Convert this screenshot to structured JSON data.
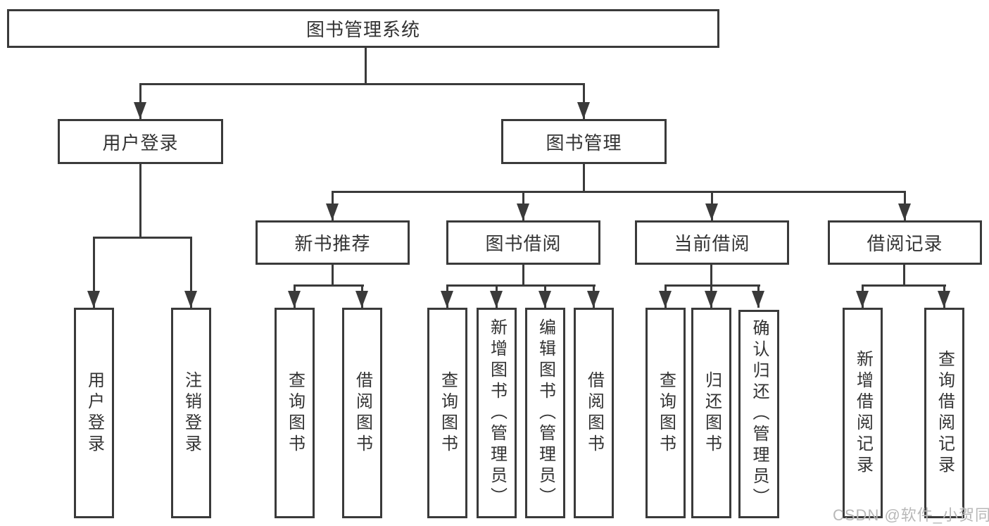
{
  "diagram": {
    "root": {
      "label": "图书管理系统"
    },
    "level2": [
      {
        "label": "用户登录"
      },
      {
        "label": "图书管理"
      }
    ],
    "level3": [
      {
        "label": "新书推荐"
      },
      {
        "label": "图书借阅"
      },
      {
        "label": "当前借阅"
      },
      {
        "label": "借阅记录"
      }
    ],
    "level4": {
      "user_login": [
        {
          "label": "用户登录"
        },
        {
          "label": "注销登录"
        }
      ],
      "new_book_recommend": [
        {
          "label": "查询图书"
        },
        {
          "label": "借阅图书"
        }
      ],
      "book_borrow": [
        {
          "label": "查询图书"
        },
        {
          "label": "新增图书（管理员）"
        },
        {
          "label": "编辑图书（管理员）"
        },
        {
          "label": "借阅图书"
        }
      ],
      "current_borrow": [
        {
          "label": "查询图书"
        },
        {
          "label": "归还图书"
        },
        {
          "label": "确认归还（管理员）"
        }
      ],
      "borrow_records": [
        {
          "label": "新增借阅记录"
        },
        {
          "label": "查询借阅记录"
        }
      ]
    },
    "watermark": "CSDN @软件_小贺同学",
    "colors": {
      "line": "#3a3a3a",
      "text": "#333333",
      "background": "#ffffff",
      "watermark": "#b8b8b8"
    }
  }
}
